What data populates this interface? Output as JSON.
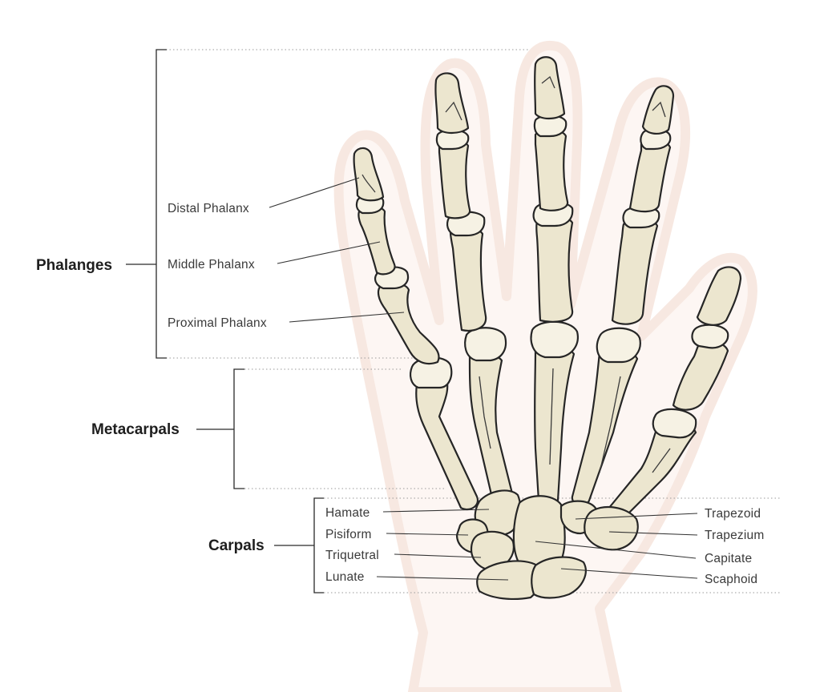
{
  "colors": {
    "skin_outline": "#f6e4dc",
    "skin_fill": "#fdf5f1",
    "bone_fill": "#ece6cf",
    "bone_outline": "#262626",
    "label_text": "#3a3a3a",
    "heading_text": "#1e1e1e"
  },
  "groups": {
    "phalanges": "Phalanges",
    "metacarpals": "Metacarpals",
    "carpals": "Carpals"
  },
  "phalanx_labels": {
    "distal": "Distal Phalanx",
    "middle": "Middle Phalanx",
    "proximal": "Proximal Phalanx"
  },
  "carpal_labels_left": {
    "hamate": "Hamate",
    "pisiform": "Pisiform",
    "triquetral": "Triquetral",
    "lunate": "Lunate"
  },
  "carpal_labels_right": {
    "trapezoid": "Trapezoid",
    "trapezium": "Trapezium",
    "capitate": "Capitate",
    "scaphoid": "Scaphoid"
  }
}
